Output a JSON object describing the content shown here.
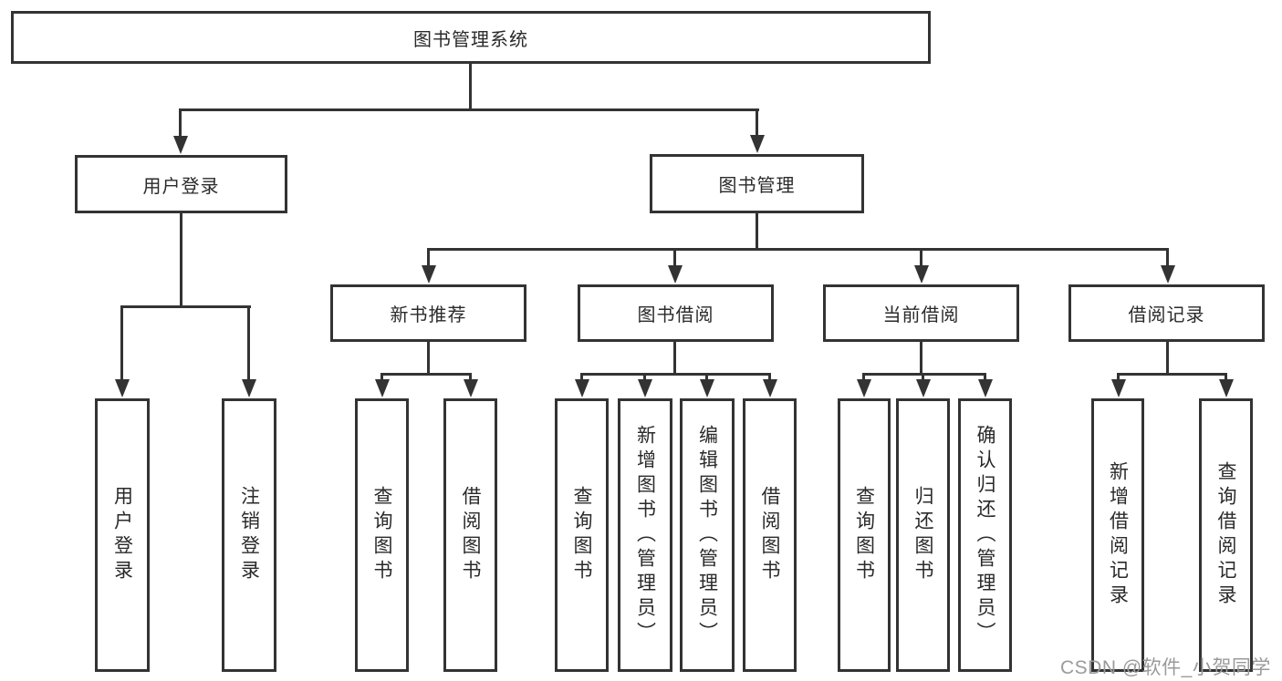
{
  "tree": {
    "root": "图书管理系统",
    "login": {
      "label": "用户登录",
      "children": [
        "用户登录",
        "注销登录"
      ]
    },
    "mgmt": {
      "label": "图书管理"
    },
    "groups": [
      {
        "label": "新书推荐",
        "children": [
          "查询图书",
          "借阅图书"
        ]
      },
      {
        "label": "图书借阅",
        "children": [
          "查询图书",
          "新增图书（管理员）",
          "编辑图书（管理员）",
          "借阅图书"
        ]
      },
      {
        "label": "当前借阅",
        "children": [
          "查询图书",
          "归还图书",
          "确认归还（管理员）"
        ]
      },
      {
        "label": "借阅记录",
        "children": [
          "新增借阅记录",
          "查询借阅记录"
        ]
      }
    ]
  },
  "watermark": "CSDN @软件_小贺同学",
  "colors": {
    "line": "#333333",
    "text": "#2a2a2a",
    "watermark": "#9a9a9a",
    "background": "#ffffff"
  }
}
